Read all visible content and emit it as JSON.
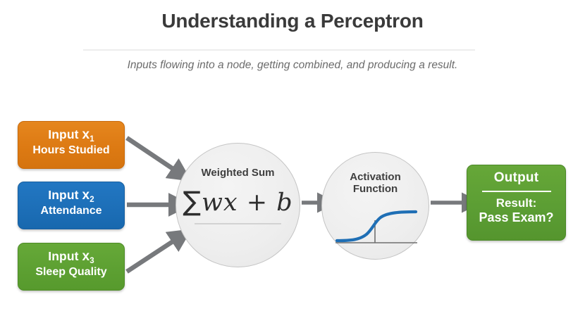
{
  "header": {
    "title": "Understanding a Perceptron",
    "subtitle": "Inputs flowing into a node, getting combined, and producing a result."
  },
  "inputs": [
    {
      "label_prefix": "Input",
      "variable": "x",
      "subscript": "1",
      "description": "Hours Studied",
      "color": "#dd7a13",
      "border_color": "#c96a0a",
      "icon": "input-node-icon"
    },
    {
      "label_prefix": "Input",
      "variable": "x",
      "subscript": "2",
      "description": "Attendance",
      "color": "#1d6fb8",
      "border_color": "#185f9f",
      "icon": "input-node-icon"
    },
    {
      "label_prefix": "Input",
      "variable": "x",
      "subscript": "3",
      "description": "Sleep Quality",
      "color": "#5da032",
      "border_color": "#4e8b28",
      "icon": "input-node-icon"
    }
  ],
  "weighted_sum": {
    "label": "Weighted Sum",
    "formula_sigma": "∑",
    "formula_body": "wx + b",
    "fill_color": "#eeeeee",
    "border_color": "#c4c4c4"
  },
  "activation": {
    "label_line1": "Activation",
    "label_line2": "Function",
    "curve_name": "sigmoid-curve",
    "curve_color": "#1f6fb5",
    "axis_color": "#6f6f6f",
    "fill_color": "#eeeeee",
    "border_color": "#c4c4c4"
  },
  "output": {
    "title": "Output",
    "result_label": "Result:",
    "result_value": "Pass Exam?",
    "color": "#5c9e34",
    "border_color": "#4b8827"
  },
  "arrows": {
    "color": "#77797c",
    "count": 5,
    "names": [
      "arrow-input1-to-sum",
      "arrow-input2-to-sum",
      "arrow-input3-to-sum",
      "arrow-sum-to-activation",
      "arrow-activation-to-output"
    ]
  },
  "theme": {
    "background": "#ffffff",
    "title_color": "#3a3a3a",
    "subtitle_color": "#6b6b6b",
    "divider_color": "#ededed"
  }
}
